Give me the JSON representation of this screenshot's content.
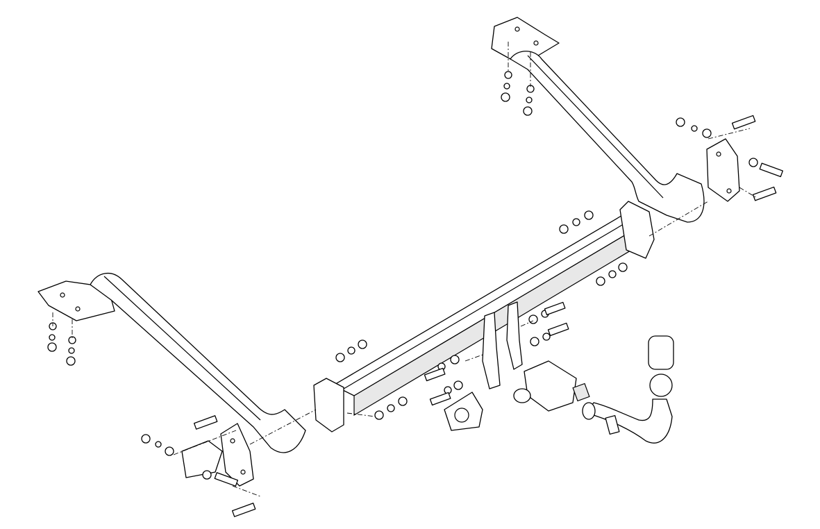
{
  "drawing": {
    "line_color": "#000000",
    "background_color": "#ffffff",
    "parts": [
      "left-mounting-arm",
      "right-mounting-arm",
      "main-crossbar",
      "left-side-bracket",
      "right-side-bracket",
      "center-bracket-left",
      "center-bracket-right",
      "socket-plate",
      "electrical-socket",
      "tow-ball-neck",
      "tow-ball-cap"
    ]
  }
}
